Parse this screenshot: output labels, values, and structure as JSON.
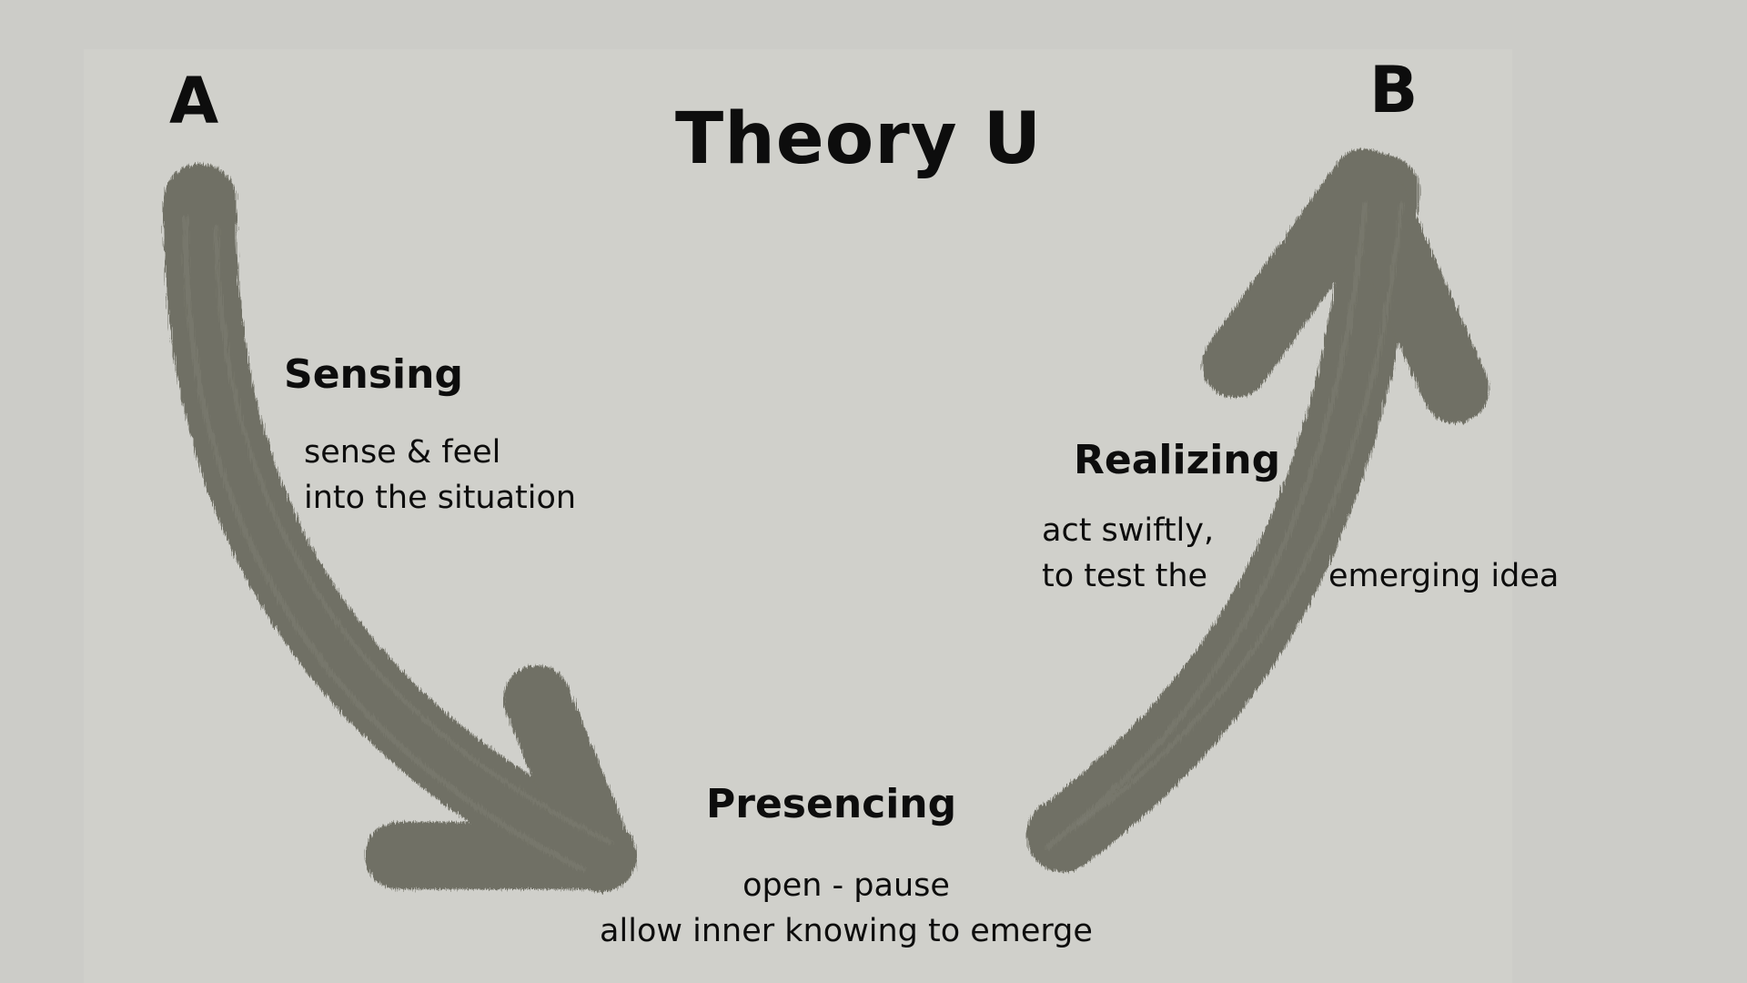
{
  "title": "Theory U",
  "points": {
    "start": "A",
    "end": "B"
  },
  "stages": {
    "sensing": {
      "heading": "Sensing",
      "line1": "sense & feel",
      "line2": "into the situation"
    },
    "presencing": {
      "heading": "Presencing",
      "line1": "open - pause",
      "line2": "allow inner knowing to emerge"
    },
    "realizing": {
      "heading": "Realizing",
      "line1": "act swiftly,",
      "line2_left": "to test the",
      "line2_right": "emerging idea"
    }
  },
  "colors": {
    "background": "#ccccc8",
    "paper": "#d0d0cb",
    "arrow": "#707065",
    "text": "#0d0d0d"
  }
}
